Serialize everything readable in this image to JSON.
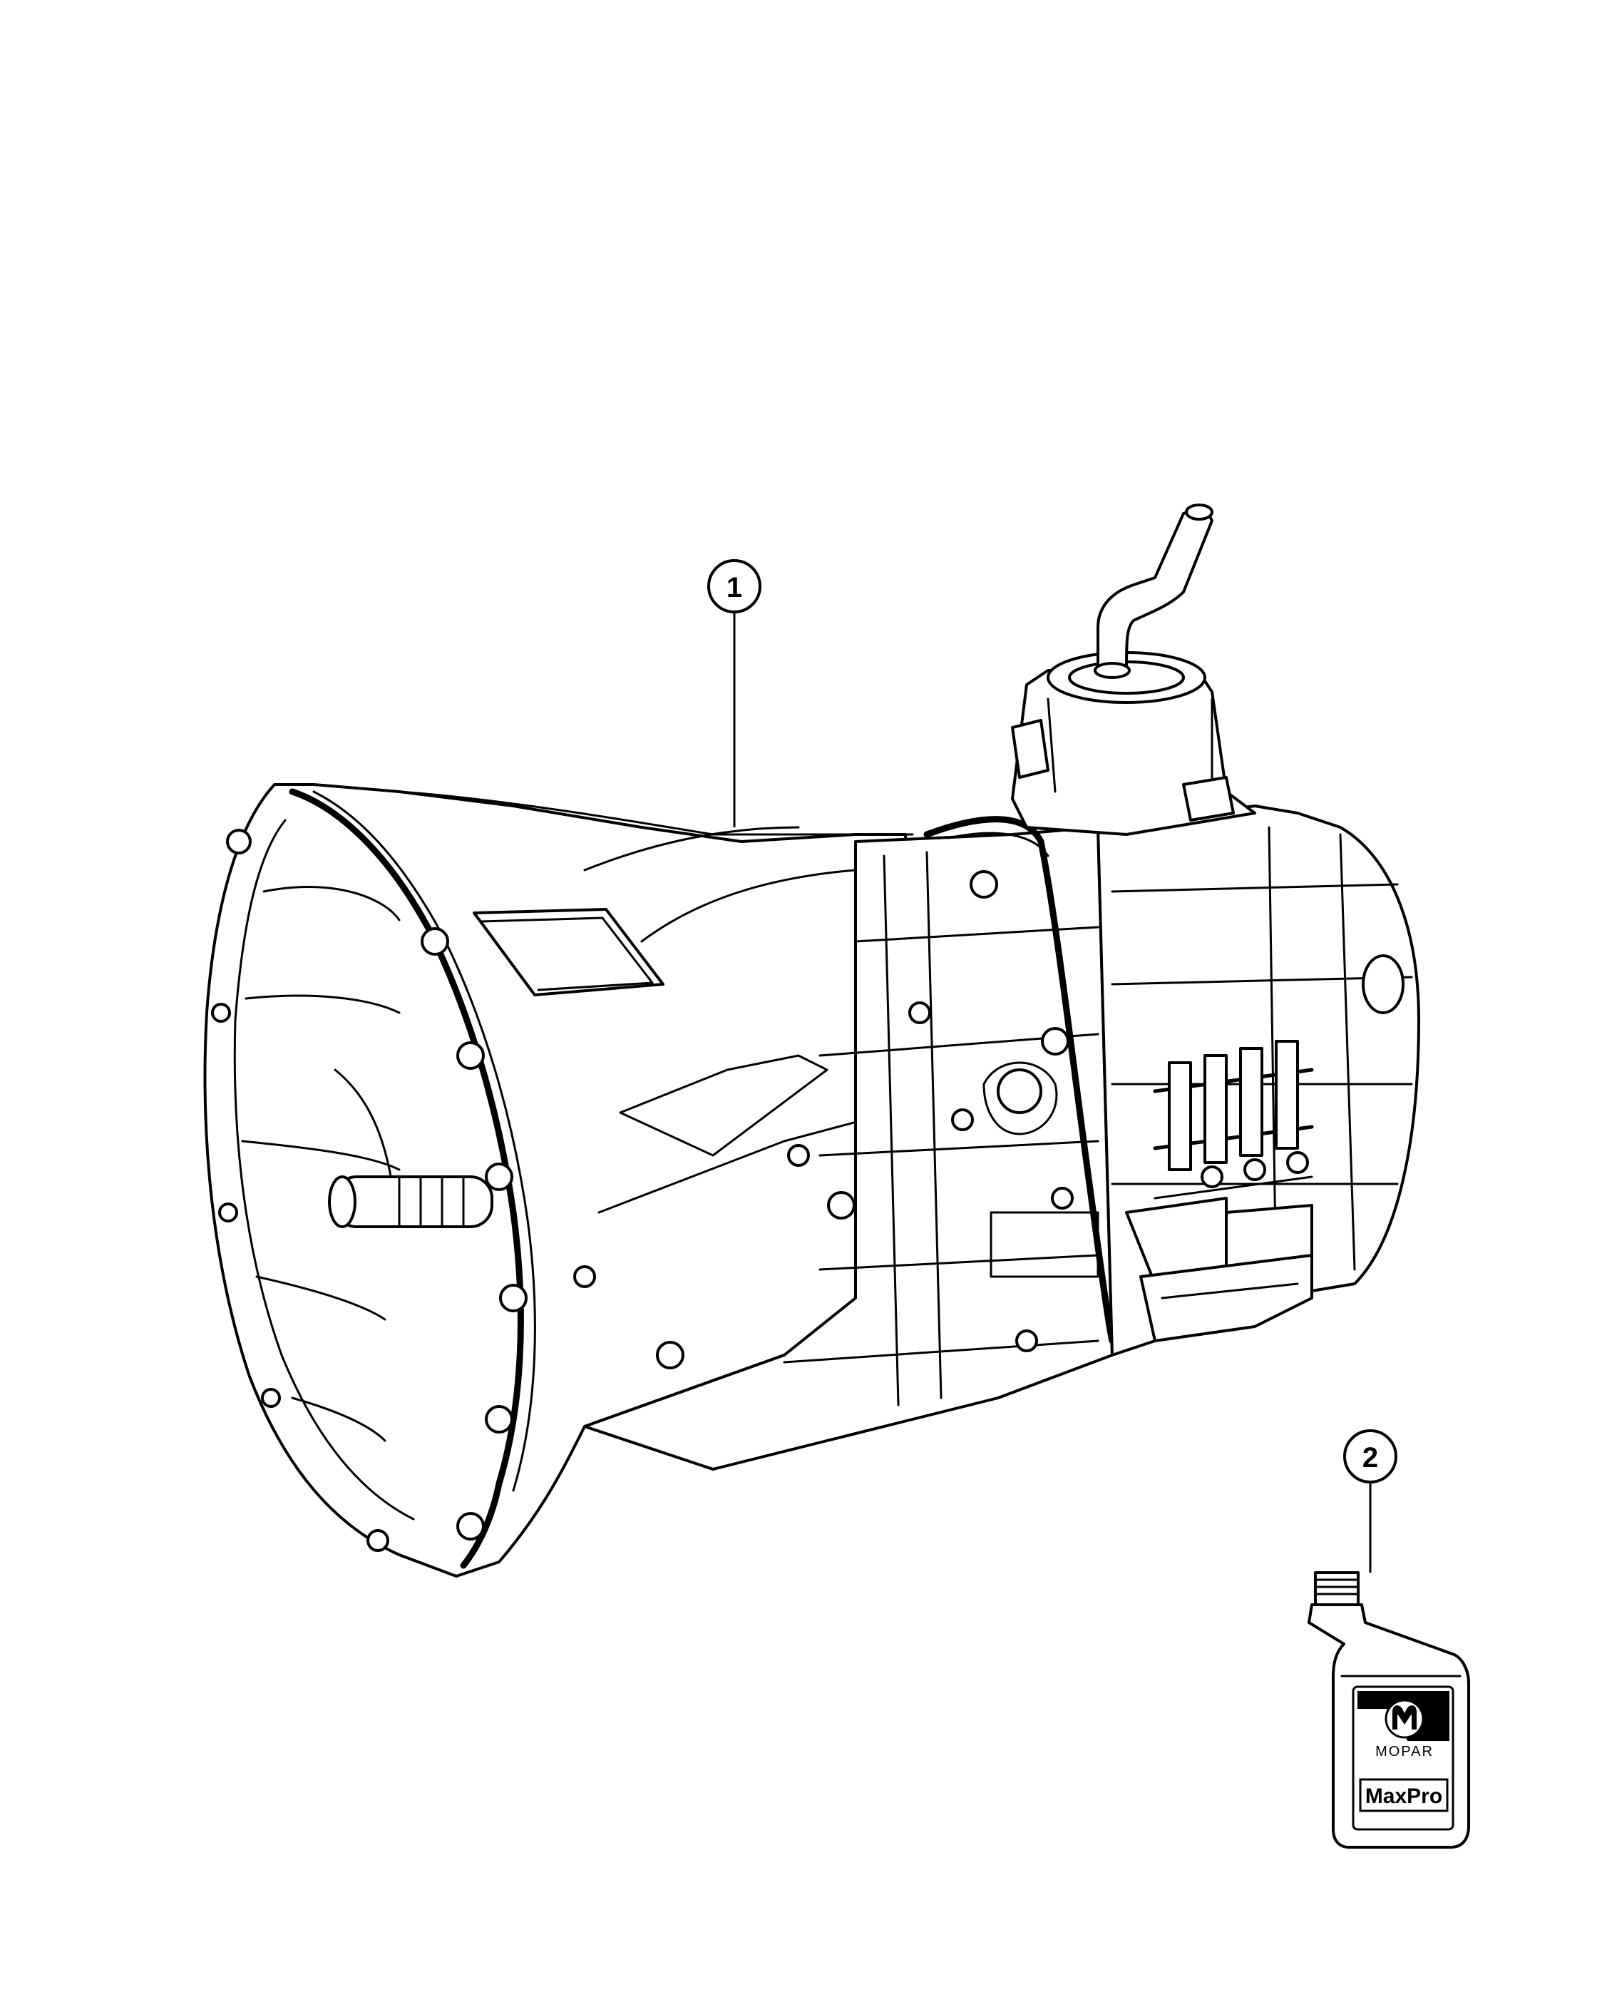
{
  "callouts": [
    {
      "number": "1"
    },
    {
      "number": "2"
    }
  ],
  "bottle": {
    "brand_text": "MOPAR",
    "product_text": "MaxPro"
  }
}
